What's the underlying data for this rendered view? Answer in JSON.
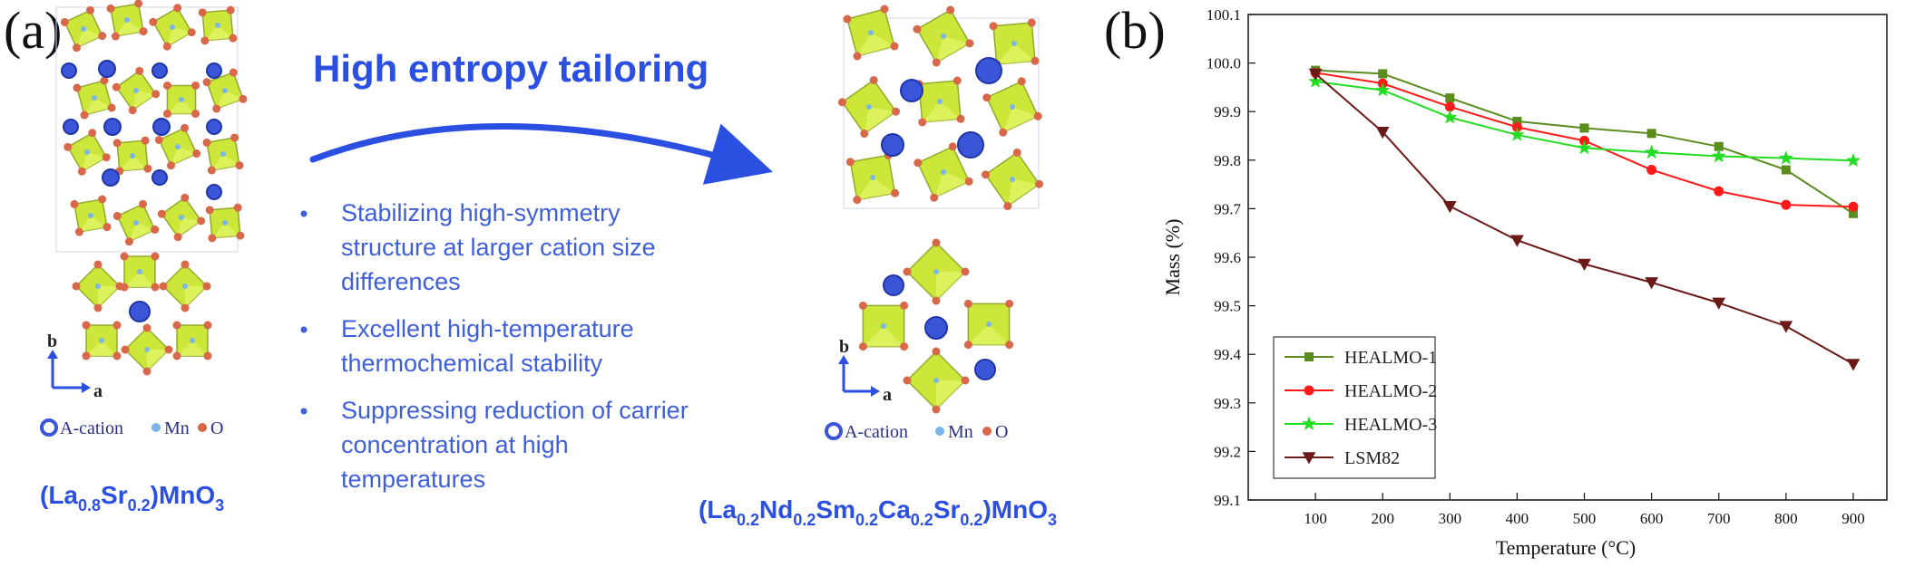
{
  "panel_a": {
    "label": "(a)",
    "title": "High entropy tailoring",
    "bullets": [
      {
        "line1": "Stabilizing high-symmetry",
        "line2": "structure at larger cation size",
        "line3": "differences"
      },
      {
        "line1": "Excellent high-temperature",
        "line2": "thermochemical stability",
        "line3": ""
      },
      {
        "line1": "Suppressing reduction of carrier",
        "line2": "concentration at high",
        "line3": "temperatures"
      }
    ],
    "left_formula": {
      "open": "(La",
      "s1": "0.8",
      "mid": "Sr",
      "s2": "0.2",
      "close": ")MnO",
      "s3": "3"
    },
    "right_formula": {
      "p1": "(La",
      "s1": "0.2",
      "p2": "Nd",
      "s2": "0.2",
      "p3": "Sm",
      "s3": "0.2",
      "p4": "Ca",
      "s4": "0.2",
      "p5": "Sr",
      "s5": "0.2",
      "p6": ")MnO",
      "s6": "3"
    },
    "legend_left": {
      "a_cation": "A-cation",
      "mn": "Mn",
      "o": "O"
    },
    "legend_right": {
      "a_cation": "A-cation",
      "mn": "Mn",
      "o": "O"
    },
    "axis_b": "b",
    "axis_a": "a",
    "colors": {
      "title": "#2b4fe0",
      "octahedron": "#c8e62a",
      "a_cation": "#3b55d9",
      "oxygen": "#d9684a"
    }
  },
  "panel_b": {
    "label": "(b)"
  },
  "chart_data": {
    "type": "line",
    "title": "",
    "xlabel": "Temperature (°C)",
    "ylabel": "Mass (%)",
    "x": [
      100,
      200,
      300,
      400,
      500,
      600,
      700,
      800,
      900
    ],
    "xlim": [
      0,
      950
    ],
    "ylim": [
      99.1,
      100.1
    ],
    "xticks": [
      "100",
      "200",
      "300",
      "400",
      "500",
      "600",
      "700",
      "800",
      "900"
    ],
    "yticks": [
      "99.1",
      "99.2",
      "99.3",
      "99.4",
      "99.5",
      "99.6",
      "99.7",
      "99.8",
      "99.9",
      "100.0",
      "100.1"
    ],
    "grid": false,
    "legend_position": "bottom-left",
    "series": [
      {
        "name": "HEALMO-1",
        "color": "#5b8c1e",
        "marker": "square",
        "values": [
          99.985,
          99.978,
          99.928,
          99.88,
          99.866,
          99.855,
          99.828,
          99.78,
          99.69
        ]
      },
      {
        "name": "HEALMO-2",
        "color": "#ff1a1a",
        "marker": "circle",
        "values": [
          99.98,
          99.958,
          99.91,
          99.868,
          99.84,
          99.78,
          99.736,
          99.708,
          99.704
        ]
      },
      {
        "name": "HEALMO-3",
        "color": "#22dd22",
        "marker": "star",
        "values": [
          99.962,
          99.944,
          99.888,
          99.852,
          99.825,
          99.816,
          99.808,
          99.804,
          99.799
        ]
      },
      {
        "name": "LSM82",
        "color": "#6b1a1a",
        "marker": "triangle-down",
        "values": [
          99.978,
          99.858,
          99.705,
          99.635,
          99.586,
          99.548,
          99.506,
          99.458,
          99.38
        ]
      }
    ]
  }
}
